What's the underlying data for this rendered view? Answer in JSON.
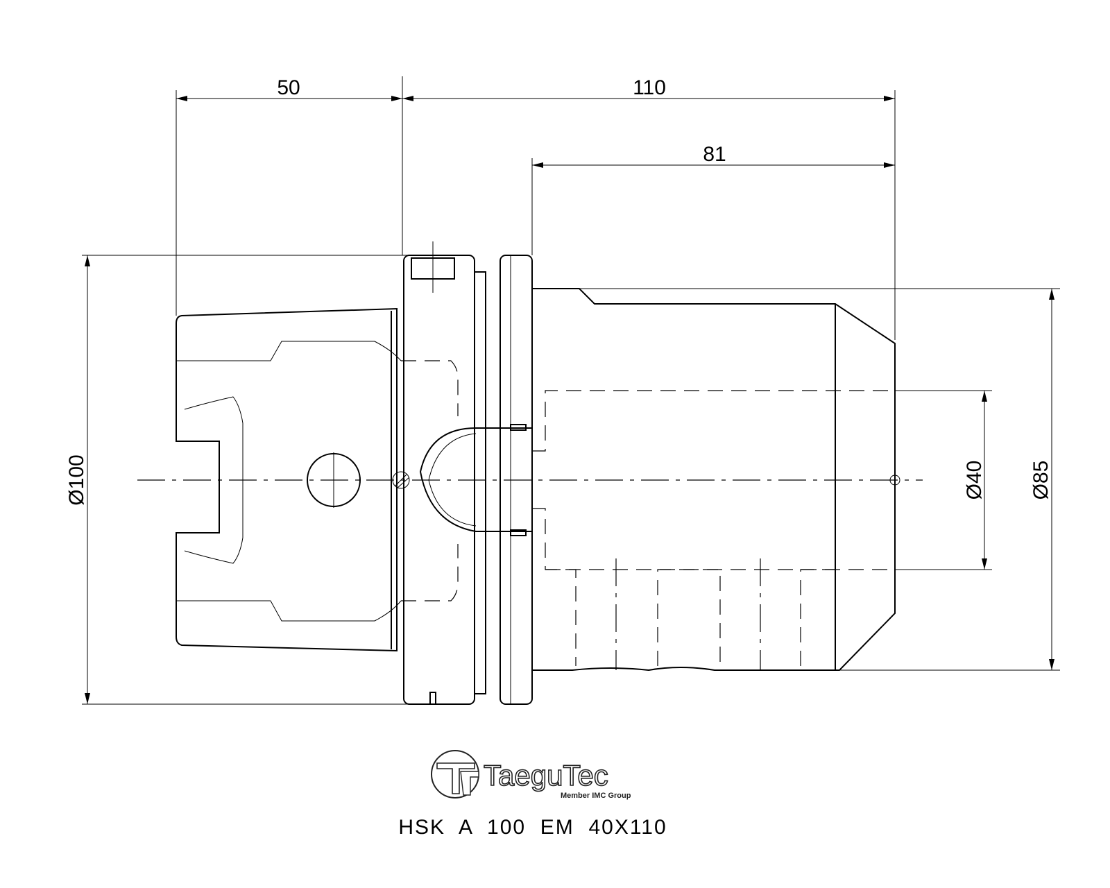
{
  "dimensions": {
    "taper_length": "50",
    "overall_length": "110",
    "body_length": "81",
    "flange_diameter": "Ø100",
    "bore_diameter": "Ø40",
    "body_diameter": "Ø85"
  },
  "logo": {
    "brand": "TaeguTec",
    "tagline": "Member IMC Group"
  },
  "model": "HSK  A  100  EM  40X110"
}
